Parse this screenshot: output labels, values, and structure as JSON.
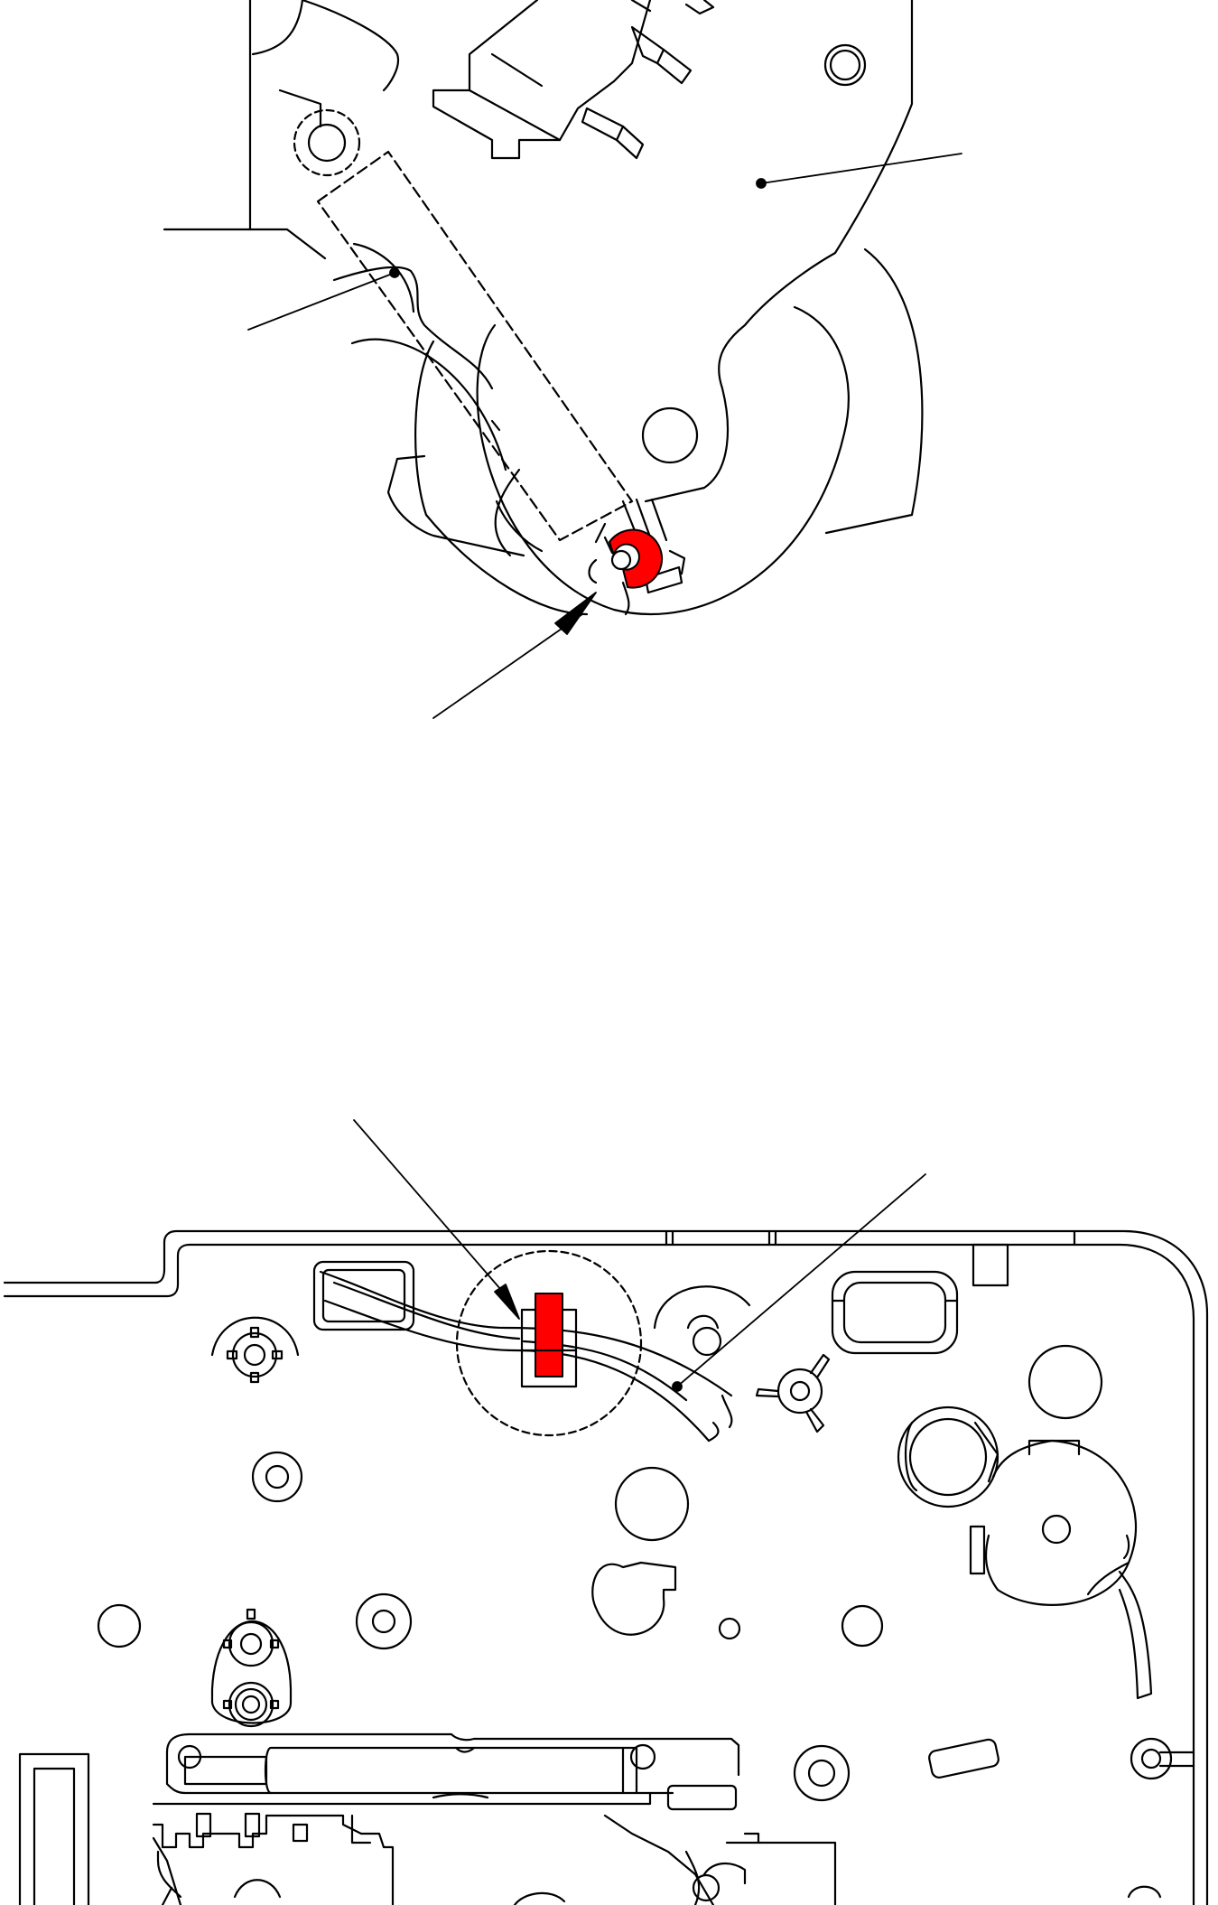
{
  "diagram": {
    "type": "technical-line-drawing",
    "description_visible_text": "",
    "colors": {
      "line": "#000000",
      "background": "#ffffff",
      "highlight": "#ff0000"
    },
    "top_view": {
      "highlighted_part": "retaining-ring",
      "callouts": 3
    },
    "bottom_view": {
      "highlighted_part": "cable-clamp",
      "callouts": 2
    }
  }
}
